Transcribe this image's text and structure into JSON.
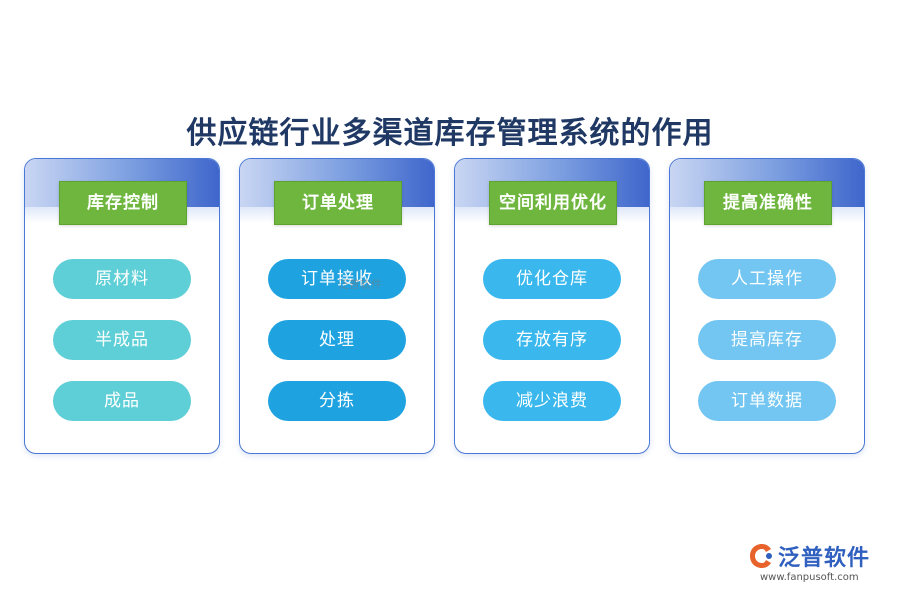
{
  "title": "供应链行业多渠道库存管理系统的作用",
  "columns": [
    {
      "label": "库存控制",
      "items": [
        "原材料",
        "半成品",
        "成品"
      ]
    },
    {
      "label": "订单处理",
      "items": [
        "订单接收",
        "处理",
        "分拣"
      ]
    },
    {
      "label": "空间利用优化",
      "items": [
        "优化仓库",
        "存放有序",
        "减少浪费"
      ]
    },
    {
      "label": "提高准确性",
      "items": [
        "人工操作",
        "提高库存",
        "订单数据"
      ]
    }
  ],
  "watermark": "泛普软件",
  "logo": {
    "name": "泛普软件",
    "url": "www.fanpusoft.com"
  },
  "colors": {
    "title": "#1f3864",
    "label_green": "#6fb63f",
    "card_border": "#4a78d4",
    "pill_col1": "#5ecfd6",
    "pill_col2": "#1fa3e0",
    "pill_col3": "#3ab8ee",
    "pill_col4": "#72c6f1"
  }
}
